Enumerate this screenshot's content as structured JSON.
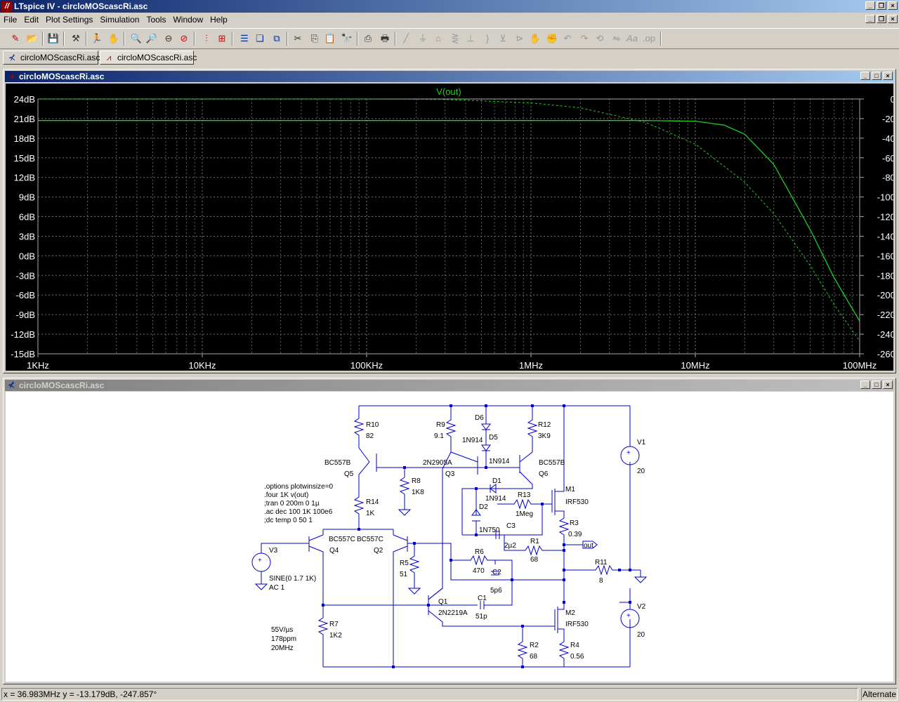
{
  "window": {
    "title": "LTspice IV - circloMOScascRi.asc"
  },
  "menu": [
    "File",
    "Edit",
    "Plot Settings",
    "Simulation",
    "Tools",
    "Window",
    "Help"
  ],
  "toolbar": {
    "icons": [
      "new-schematic-icon",
      "open-icon",
      "save-icon",
      "control-panel-icon",
      "run-icon",
      "halt-icon",
      "zoom-in-icon",
      "zoom-pan-icon",
      "zoom-out-icon",
      "zoom-cancel-icon",
      "autorange-icon",
      "zoom-fit-icon",
      "tile-icon",
      "cascade-icon",
      "close-all-icon",
      "cut-icon",
      "copy-icon",
      "paste-icon",
      "find-icon",
      "print-setup-icon",
      "print-icon",
      "wire-icon",
      "ground-icon",
      "label-icon",
      "resistor-icon",
      "capacitor-icon",
      "inductor-icon",
      "diode-icon",
      "component-icon",
      "move-icon",
      "drag-icon",
      "undo-icon",
      "redo-icon",
      "rotate-icon",
      "mirror-icon",
      "text-icon",
      "spice-directive-icon"
    ]
  },
  "tabs": [
    {
      "label": "circloMOScascRi.asc",
      "icon": "schematic-icon"
    },
    {
      "label": "circloMOScascRi.asc",
      "icon": "waveform-icon"
    }
  ],
  "plot_window": {
    "title": "circloMOScascRi.asc"
  },
  "schematic_window": {
    "title": "circloMOScascRi.asc"
  },
  "chart_data": {
    "type": "line",
    "title": "V(out)",
    "x_scale": "log",
    "xlim": [
      1000,
      100000000
    ],
    "x_ticks": [
      "1KHz",
      "10KHz",
      "100KHz",
      "1MHz",
      "10MHz",
      "100MHz"
    ],
    "y_ticks": [
      "24dB",
      "21dB",
      "18dB",
      "15dB",
      "12dB",
      "9dB",
      "6dB",
      "3dB",
      "0dB",
      "-3dB",
      "-6dB",
      "-9dB",
      "-12dB",
      "-15dB"
    ],
    "ylim": [
      -15,
      24
    ],
    "y2_ticks": [
      "0°",
      "-20°",
      "-40°",
      "-60°",
      "-80°",
      "-100°",
      "-120°",
      "-140°",
      "-160°",
      "-180°",
      "-200°",
      "-220°",
      "-240°",
      "-260°"
    ],
    "y2lim": [
      -260,
      0
    ],
    "grid": true,
    "series": [
      {
        "name": "V(out)",
        "kind": "magnitude",
        "color": "#22cc22",
        "x": [
          1000,
          1000000,
          5000000,
          10000000,
          15000000,
          20000000,
          30000000,
          50000000,
          70000000,
          100000000
        ],
        "y": [
          20.7,
          20.7,
          20.7,
          20.6,
          20.0,
          18.6,
          14.0,
          4.0,
          -3.4,
          -10.0
        ]
      },
      {
        "name": "V(out)",
        "kind": "phase",
        "color": "#22cc22",
        "dashed": true,
        "x": [
          1000,
          100000,
          300000,
          1000000,
          2000000,
          5000000,
          10000000,
          20000000,
          30000000,
          50000000,
          70000000,
          100000000
        ],
        "y": [
          0,
          0,
          -0.5,
          -4,
          -9,
          -24,
          -46,
          -85,
          -117,
          -170,
          -210,
          -247
        ]
      }
    ]
  },
  "schematic": {
    "components": [
      {
        "ref": "R10",
        "value": "82"
      },
      {
        "ref": "R9",
        "value": "9.1"
      },
      {
        "ref": "D6",
        "value": ""
      },
      {
        "ref": "D5",
        "value": "1N914"
      },
      {
        "ref": "R12",
        "value": "3K9"
      },
      {
        "ref": "Q5",
        "value": "BC557B"
      },
      {
        "ref": "Q3",
        "value": "2N2905A"
      },
      {
        "ref": "Q6",
        "value": "BC557B"
      },
      {
        "ref": "R8",
        "value": "1K8"
      },
      {
        "ref": "D1",
        "value": "1N914"
      },
      {
        "ref": "M1",
        "value": "IRF530"
      },
      {
        "ref": "R13",
        "value": "1Meg"
      },
      {
        "ref": "R14",
        "value": "1K"
      },
      {
        "ref": "D2",
        "value": "1N750"
      },
      {
        "ref": "R3",
        "value": "0.39"
      },
      {
        "ref": "C3",
        "value": "2µ2"
      },
      {
        "ref": "R1",
        "value": "68"
      },
      {
        "ref": "Q4",
        "value": "BC557C"
      },
      {
        "ref": "Q2",
        "value": "BC557C"
      },
      {
        "ref": "R6",
        "value": "470"
      },
      {
        "ref": "R11",
        "value": "8"
      },
      {
        "ref": "V3",
        "value": "SINE(0 1.7 1K)"
      },
      {
        "ref": "R5",
        "value": "51"
      },
      {
        "ref": "C2",
        "value": "5p6"
      },
      {
        "ref": "Q1",
        "value": "2N2219A"
      },
      {
        "ref": "C1",
        "value": "51p"
      },
      {
        "ref": "M2",
        "value": "IRF530"
      },
      {
        "ref": "R7",
        "value": "1K2"
      },
      {
        "ref": "R2",
        "value": "68"
      },
      {
        "ref": "R4",
        "value": "0.56"
      },
      {
        "ref": "V1",
        "value": "20"
      },
      {
        "ref": "V2",
        "value": "20"
      }
    ],
    "d5_model": "1N914",
    "v3_ac": "AC 1",
    "out_label": "out",
    "directives": [
      ".options plotwinsize=0",
      ".four 1K v(out)",
      ";tran 0 200m 0 1µ",
      ".ac dec 100 1K 100e6",
      ";dc temp 0 50 1"
    ],
    "notes": [
      "55V/µs",
      "178ppm",
      "20MHz"
    ]
  },
  "status": {
    "cursor": "x = 36.983MHz    y = -13.179dB, -247.857°",
    "mode": "Alternate"
  }
}
